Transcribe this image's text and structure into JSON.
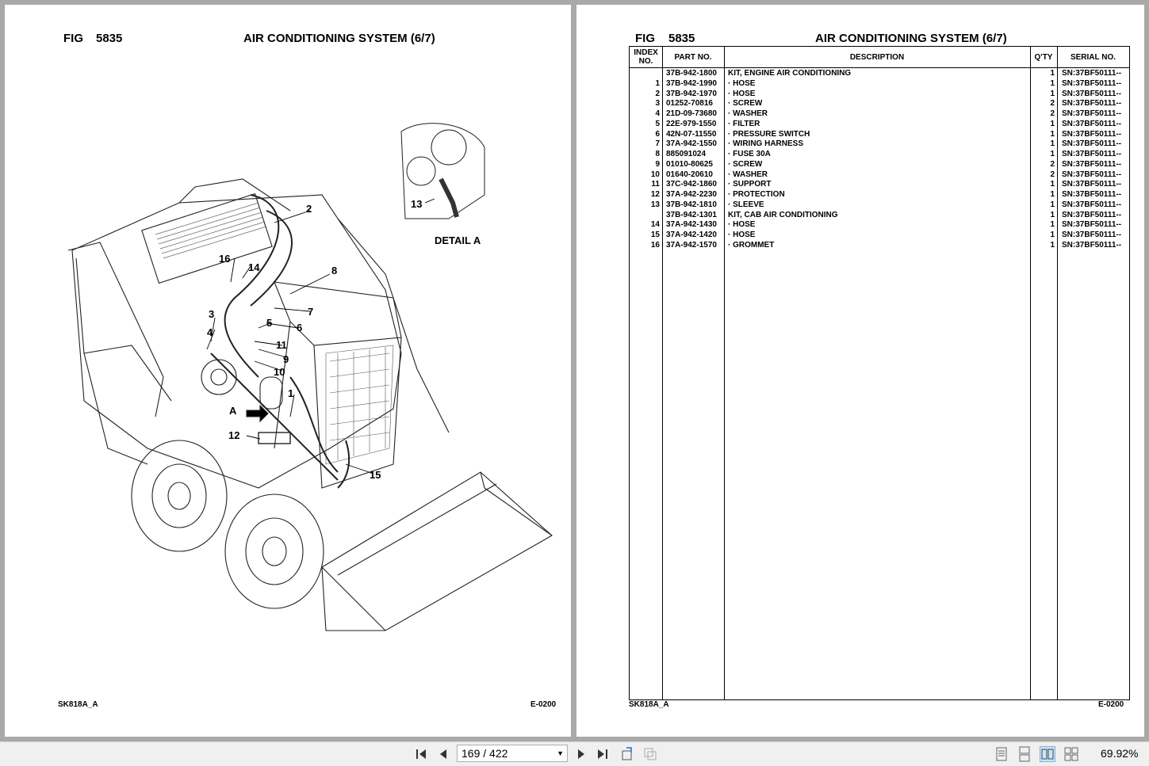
{
  "left_page": {
    "fig_label": "FIG",
    "fig_number": "5835",
    "title": "AIR CONDITIONING SYSTEM (6/7)",
    "detail_label": "DETAIL A",
    "callouts": [
      "1",
      "2",
      "3",
      "4",
      "5",
      "6",
      "7",
      "8",
      "9",
      "10",
      "11",
      "12",
      "13",
      "14",
      "15",
      "16",
      "A"
    ],
    "footer_left": "SK818A_A",
    "footer_right": "E-0200"
  },
  "right_page": {
    "fig_label": "FIG",
    "fig_number": "5835",
    "title": "AIR CONDITIONING SYSTEM (6/7)",
    "columns": {
      "index": "INDEX NO.",
      "part": "PART NO.",
      "description": "DESCRIPTION",
      "qty": "Q'TY",
      "serial": "SERIAL NO."
    },
    "rows": [
      {
        "index": "",
        "part": "37B-942-1800",
        "desc": "KIT, ENGINE AIR CONDITIONING",
        "qty": "1",
        "sn": "SN:37BF50111--"
      },
      {
        "index": "1",
        "part": "37B-942-1990",
        "desc": "·  HOSE",
        "qty": "1",
        "sn": "SN:37BF50111--"
      },
      {
        "index": "2",
        "part": "37B-942-1970",
        "desc": "·  HOSE",
        "qty": "1",
        "sn": "SN:37BF50111--"
      },
      {
        "index": "3",
        "part": "01252-70816",
        "desc": "·  SCREW",
        "qty": "2",
        "sn": "SN:37BF50111--"
      },
      {
        "index": "4",
        "part": "21D-09-73680",
        "desc": "·  WASHER",
        "qty": "2",
        "sn": "SN:37BF50111--"
      },
      {
        "index": "5",
        "part": "22E-979-1550",
        "desc": "·  FILTER",
        "qty": "1",
        "sn": "SN:37BF50111--"
      },
      {
        "index": "6",
        "part": "42N-07-11550",
        "desc": "·  PRESSURE SWITCH",
        "qty": "1",
        "sn": "SN:37BF50111--"
      },
      {
        "index": "7",
        "part": "37A-942-1550",
        "desc": "·  WIRING HARNESS",
        "qty": "1",
        "sn": "SN:37BF50111--"
      },
      {
        "index": "8",
        "part": "885091024",
        "desc": "·  FUSE 30A",
        "qty": "1",
        "sn": "SN:37BF50111--"
      },
      {
        "index": "9",
        "part": "01010-80625",
        "desc": "·  SCREW",
        "qty": "2",
        "sn": "SN:37BF50111--"
      },
      {
        "index": "10",
        "part": "01640-20610",
        "desc": "·  WASHER",
        "qty": "2",
        "sn": "SN:37BF50111--"
      },
      {
        "index": "11",
        "part": "37C-942-1860",
        "desc": "·  SUPPORT",
        "qty": "1",
        "sn": "SN:37BF50111--"
      },
      {
        "index": "12",
        "part": "37A-942-2230",
        "desc": "·  PROTECTION",
        "qty": "1",
        "sn": "SN:37BF50111--"
      },
      {
        "index": "13",
        "part": "37B-942-1810",
        "desc": "·  SLEEVE",
        "qty": "1",
        "sn": "SN:37BF50111--"
      },
      {
        "index": "",
        "part": "37B-942-1301",
        "desc": "KIT, CAB AIR CONDITIONING",
        "qty": "1",
        "sn": "SN:37BF50111--"
      },
      {
        "index": "14",
        "part": "37A-942-1430",
        "desc": "·  HOSE",
        "qty": "1",
        "sn": "SN:37BF50111--"
      },
      {
        "index": "15",
        "part": "37A-942-1420",
        "desc": "·  HOSE",
        "qty": "1",
        "sn": "SN:37BF50111--"
      },
      {
        "index": "16",
        "part": "37A-942-1570",
        "desc": "·  GROMMET",
        "qty": "1",
        "sn": "SN:37BF50111--"
      }
    ],
    "footer_left": "SK818A_A",
    "footer_right": "E-0200"
  },
  "toolbar": {
    "page_indicator": "169 / 422",
    "zoom": "69.92%",
    "icons": [
      "first-page-icon",
      "prev-page-icon",
      "dropdown-icon",
      "next-page-icon",
      "last-page-icon",
      "rotate-icon",
      "export-icon",
      "single-page-icon",
      "continuous-icon",
      "two-page-icon",
      "scroll-icon"
    ]
  }
}
